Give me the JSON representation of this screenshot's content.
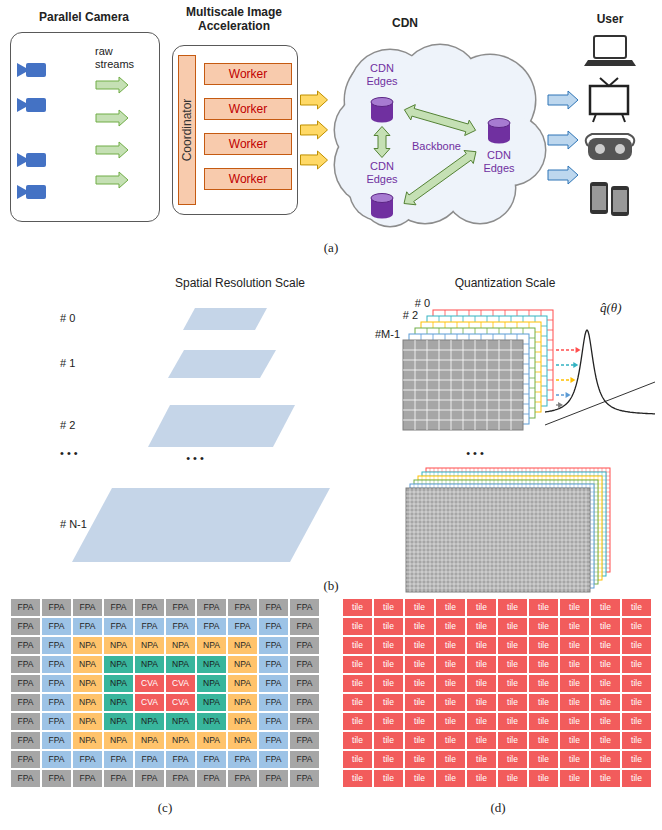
{
  "diagram": {
    "nodes": [
      {
        "text": [
          "Parallel Camera",
          "raw streams"
        ]
      },
      {
        "text": [
          "Multiscale Image Acceleration"
        ]
      },
      {
        "text": [
          "Coordinator"
        ],
        "in": 1
      },
      {
        "text": [
          "Worker"
        ],
        "in": 1
      },
      {
        "text": [
          "Worker"
        ],
        "in": 1
      },
      {
        "text": [
          "Worker"
        ],
        "in": 1
      },
      {
        "text": [
          "Worker"
        ],
        "in": 1
      },
      {
        "text": [
          "CDN",
          "Backbone"
        ]
      },
      {
        "text": [
          "CDN Edges"
        ],
        "in": 7
      },
      {
        "text": [
          "CDN Edges"
        ],
        "in": 7
      },
      {
        "text": [
          "CDN Edges"
        ],
        "in": 7
      }
    ],
    "edges": [
      {
        "from": 1,
        "to": 7,
        "arrow": "to"
      },
      {
        "from": 1,
        "to": 7,
        "arrow": "to"
      },
      {
        "from": 1,
        "to": 7,
        "arrow": "to"
      },
      {
        "from": 8,
        "to": 9,
        "arrow": "both"
      },
      {
        "from": 9,
        "to": 10,
        "arrow": "both"
      },
      {
        "from": 8,
        "to": 10,
        "arrow": "both"
      }
    ],
    "labels": [
      "(a)",
      "User",
      "Spatial Resolution Scale",
      "Quantization Scale",
      "# 0",
      "# 1",
      "# 2",
      "• • •",
      "• • •",
      "# N-1",
      "# 0",
      "# 2",
      "#M-1",
      "q̂(θ)",
      "• • •",
      "(b)",
      "FPA",
      "FPA",
      "FPA",
      "FPA",
      "FPA",
      "FPA",
      "FPA",
      "FPA",
      "FPA",
      "FPA",
      "FPA",
      "FPA",
      "FPA",
      "FPA",
      "FPA",
      "FPA",
      "FPA",
      "FPA",
      "FPA",
      "FPA",
      "FPA",
      "FPA",
      "NPA",
      "NPA",
      "NPA",
      "NPA",
      "NPA",
      "NPA",
      "FPA",
      "FPA",
      "FPA",
      "FPA",
      "NPA",
      "NPA",
      "NPA",
      "NPA",
      "NPA",
      "NPA",
      "FPA",
      "FPA",
      "FPA",
      "FPA",
      "NPA",
      "NPA",
      "CVA",
      "CVA",
      "NPA",
      "NPA",
      "FPA",
      "FPA",
      "FPA",
      "FPA",
      "NPA",
      "NPA",
      "CVA",
      "CVA",
      "NPA",
      "NPA",
      "FPA",
      "FPA",
      "FPA",
      "FPA",
      "NPA",
      "NPA",
      "NPA",
      "NPA",
      "NPA",
      "NPA",
      "FPA",
      "FPA",
      "FPA",
      "FPA",
      "NPA",
      "NPA",
      "NPA",
      "NPA",
      "NPA",
      "NPA",
      "FPA",
      "FPA",
      "FPA",
      "FPA",
      "FPA",
      "FPA",
      "FPA",
      "FPA",
      "FPA",
      "FPA",
      "FPA",
      "FPA",
      "FPA",
      "FPA",
      "FPA",
      "FPA",
      "FPA",
      "FPA",
      "FPA",
      "FPA",
      "FPA",
      "FPA",
      "tile",
      "tile",
      "tile",
      "tile",
      "tile",
      "tile",
      "tile",
      "tile",
      "tile",
      "tile",
      "tile",
      "tile",
      "tile",
      "tile",
      "tile",
      "tile",
      "tile",
      "tile",
      "tile",
      "tile",
      "tile",
      "tile",
      "tile",
      "tile",
      "tile",
      "tile",
      "tile",
      "tile",
      "tile",
      "tile",
      "tile",
      "tile",
      "tile",
      "tile",
      "tile",
      "tile",
      "tile",
      "tile",
      "tile",
      "tile",
      "tile",
      "tile",
      "tile",
      "tile",
      "tile",
      "tile",
      "tile",
      "tile",
      "tile",
      "tile",
      "tile",
      "tile",
      "tile",
      "tile",
      "tile",
      "tile",
      "tile",
      "tile",
      "tile",
      "tile",
      "tile",
      "tile",
      "tile",
      "tile",
      "tile",
      "tile",
      "tile",
      "tile",
      "tile",
      "tile",
      "tile",
      "tile",
      "tile",
      "tile",
      "tile",
      "tile",
      "tile",
      "tile",
      "tile",
      "tile",
      "tile",
      "tile",
      "tile",
      "tile",
      "tile",
      "tile",
      "tile",
      "tile",
      "tile",
      "tile",
      "tile",
      "tile",
      "tile",
      "tile",
      "tile",
      "tile",
      "tile",
      "tile",
      "tile",
      "tile",
      "(c)",
      "(d)"
    ]
  }
}
